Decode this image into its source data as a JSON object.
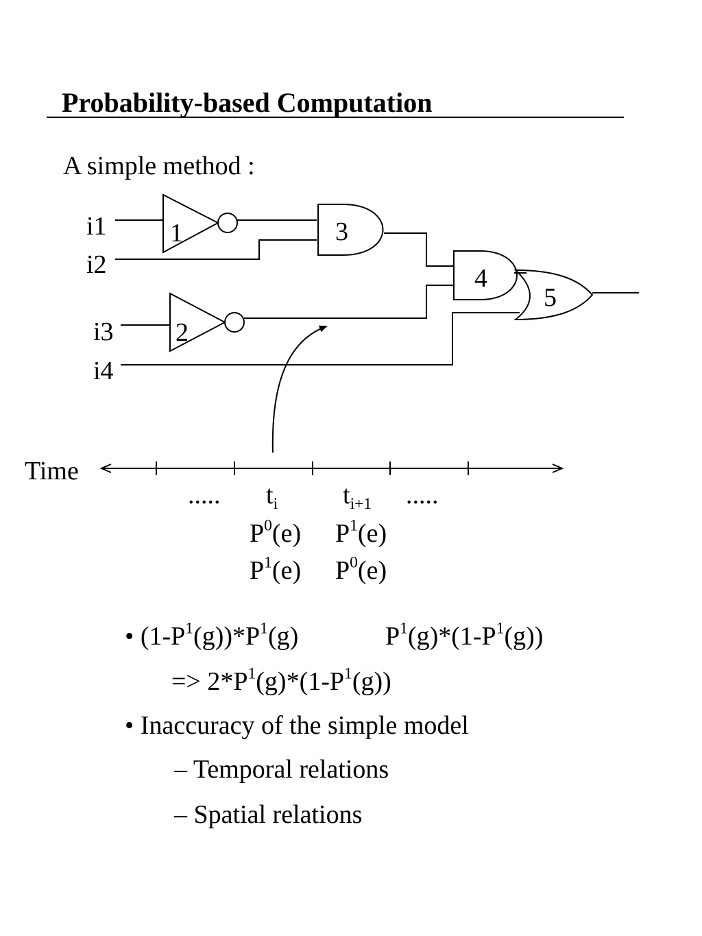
{
  "slide": {
    "title": "Probability-based Computation",
    "subtitle": "A simple method :"
  },
  "circuit": {
    "inputs": [
      "i1",
      "i2",
      "i3",
      "i4"
    ],
    "gates": [
      "1",
      "2",
      "3",
      "4",
      "5"
    ]
  },
  "timeline": {
    "label": "Time",
    "dots_left": ".....",
    "dots_right": ".....",
    "t_i": {
      "base": "t",
      "sub": "i"
    },
    "t_i1": {
      "base": "t",
      "sub": "i+1"
    },
    "col_i": [
      {
        "p": "P",
        "sup": "0",
        "e": "(e)"
      },
      {
        "p": "P",
        "sup": "1",
        "e": "(e)"
      }
    ],
    "col_i1": [
      {
        "p": "P",
        "sup": "1",
        "e": "(e)"
      },
      {
        "p": "P",
        "sup": "0",
        "e": "(e)"
      }
    ]
  },
  "bullets": {
    "b1": {
      "bullet": "•",
      "a1": "(1-P",
      "s1": "1",
      "a2": "(g))*P",
      "s2": "1",
      "a3": "(g)",
      "c1": "P",
      "s3": "1",
      "c2": "(g)*(1-P",
      "s4": "1",
      "c3": "(g))"
    },
    "b1_result": {
      "r1": "=> 2*P",
      "s1": "1",
      "r2": "(g)*(1-P",
      "s2": "1",
      "r3": "(g))"
    },
    "b2": {
      "bullet": "•",
      "text": "Inaccuracy of the simple model"
    },
    "sub1": "– Temporal relations",
    "sub2": "– Spatial relations"
  }
}
